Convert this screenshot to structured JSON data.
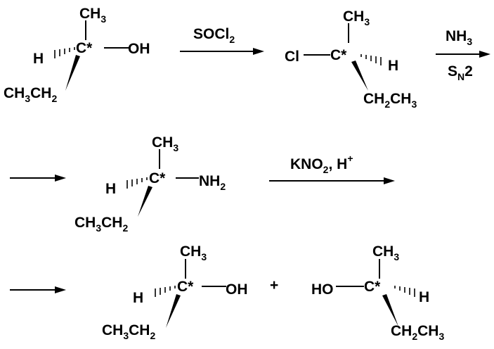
{
  "labels": {
    "stereocenter": "C*",
    "methyl": "CH",
    "methyl_sub": "3",
    "ethyl_a": "CH",
    "ethyl_a_sub": "3",
    "ethyl_b": "CH",
    "ethyl_b_sub": "2",
    "hydrogen": "H",
    "hydroxyl": "OH",
    "hydroxyl_left": "HO",
    "chlorine": "Cl",
    "amino": "NH",
    "amino_sub": "2",
    "plus": "+"
  },
  "reagents": {
    "step1": {
      "main": "SOCl",
      "sub": "2"
    },
    "step2": {
      "main": "NH",
      "sub": "3",
      "cond_main": "S",
      "cond_sub": "N",
      "cond_tail": "2"
    },
    "step3": {
      "main": "KNO",
      "sub": "2",
      "tail": ", H",
      "sup": "+"
    }
  }
}
